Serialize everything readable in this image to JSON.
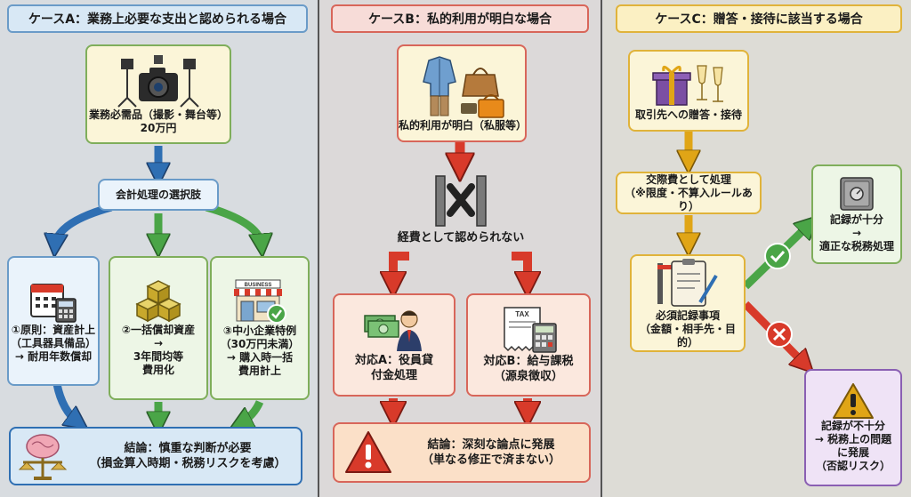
{
  "case_a": {
    "header": "ケースA：業務上必要な支出と認められる場合",
    "item": {
      "line1": "業務必需品（撮影・舞台等）",
      "line2": "20万円"
    },
    "options_label": "会計処理の選択肢",
    "option1": {
      "line1": "①原則：資産計上",
      "line2": "（工具器具備品）",
      "line3": "→ 耐用年数償却"
    },
    "option2": {
      "line1": "②一括償却資産",
      "line2": "→",
      "line3": "3年間均等",
      "line4": "費用化"
    },
    "option3": {
      "line1": "③中小企業特例",
      "line2": "（30万円未満）",
      "line3": "→ 購入時一括",
      "line4": "費用計上",
      "sign": "BUSINESS"
    },
    "conclusion": {
      "line1": "結論：慎重な判断が必要",
      "line2": "（損金算入時期・税務リスクを考慮）"
    }
  },
  "case_b": {
    "header": "ケースB：私的利用が明白な場合",
    "item": "私的利用が明白（私服等）",
    "rejected": "経費として認められない",
    "response_a": {
      "line1": "対応A：役員貸",
      "line2": "付金処理"
    },
    "response_b": {
      "line1": "対応B：給与課税",
      "line2": "（源泉徴収）",
      "tax": "TAX"
    },
    "conclusion": {
      "line1": "結論：深刻な論点に発展",
      "line2": "（単なる修正で済まない）"
    }
  },
  "case_c": {
    "header": "ケースC：贈答・接待に該当する場合",
    "item": "取引先への贈答・接待",
    "entertainment": {
      "line1": "交際費として処理",
      "line2": "（※限度・不算入ルールあり）"
    },
    "record": {
      "line1": "必須記録事項",
      "line2": "（金額・相手先・目的）"
    },
    "ok": {
      "line1": "記録が十分",
      "line2": "→",
      "line3": "適正な税務処理"
    },
    "ng": {
      "line1": "記録が不十分",
      "line2": "→ 税務上の問題",
      "line3": "に発展",
      "line4": "（否認リスク）"
    }
  },
  "colors": {
    "blue": "#2f6fb3",
    "green": "#4aa547",
    "red": "#d83a2a",
    "yellow": "#e0a516",
    "purple": "#7b4fa3"
  }
}
